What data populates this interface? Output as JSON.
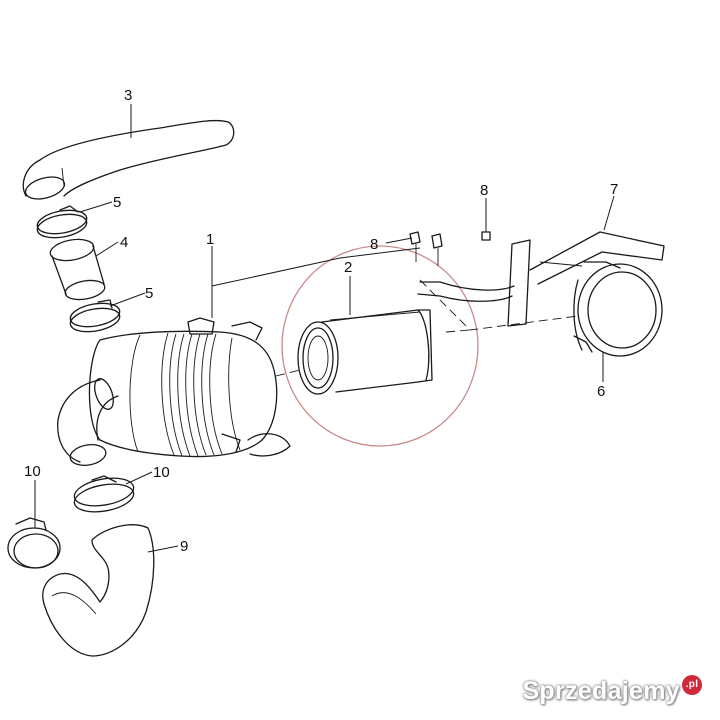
{
  "diagram": {
    "part_labels": {
      "p1": "1",
      "p2": "2",
      "p3": "3",
      "p4": "4",
      "p5a": "5",
      "p5b": "5",
      "p6": "6",
      "p7": "7",
      "p8a": "8",
      "p8b": "8",
      "p9": "9",
      "p10a": "10",
      "p10b": "10"
    },
    "highlight_color": "#c98a8a"
  },
  "watermark": {
    "text": "Sprzedajemy",
    "badge": ".pl"
  }
}
